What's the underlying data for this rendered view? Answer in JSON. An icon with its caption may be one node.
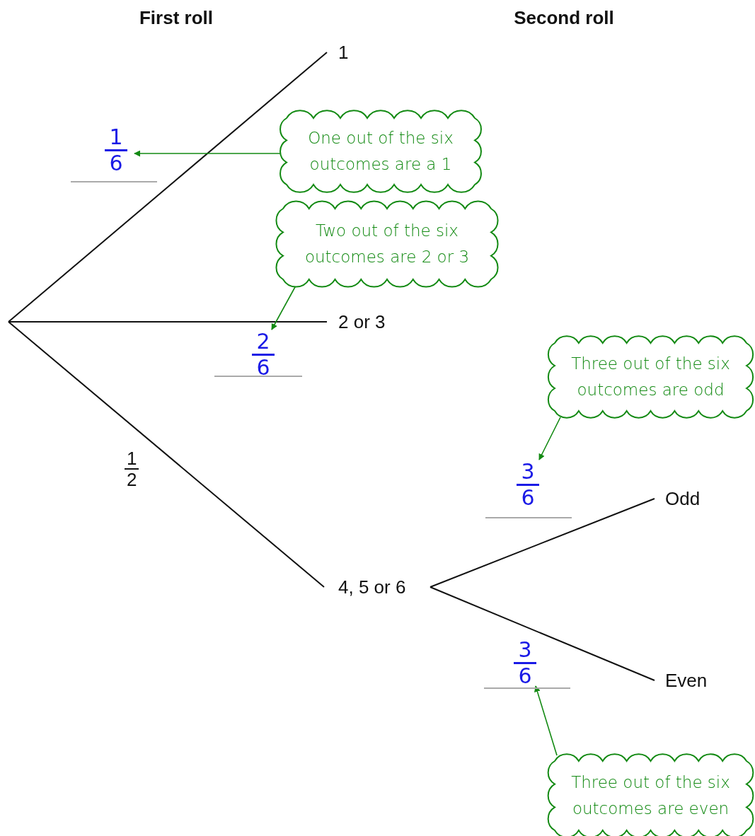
{
  "diagram": {
    "nodes": [
      {
        "text": [
          "1"
        ]
      },
      {
        "text": [
          "One out of the six outcomes are a 1"
        ]
      },
      {
        "text": [
          "1",
          "6"
        ]
      },
      {
        "text": [
          "Two out of the six outcomes are 2 or 3"
        ]
      },
      {
        "text": [
          "2 or 3"
        ]
      },
      {
        "text": [
          "2",
          "6"
        ]
      },
      {
        "text": [
          "Three out of the six outcomes are odd"
        ]
      },
      {
        "text": [
          "3",
          "6"
        ]
      },
      {
        "text": [
          "Odd"
        ]
      },
      {
        "text": [
          "4, 5 or 6"
        ]
      },
      {
        "text": [
          "3",
          "6"
        ]
      },
      {
        "text": [
          "Even"
        ]
      },
      {
        "text": [
          "Three out of the six outcomes are even"
        ]
      }
    ],
    "edges": [
      {
        "from": null,
        "to": 0,
        "arrow": "none"
      },
      {
        "from": null,
        "to": 4,
        "arrow": "none"
      },
      {
        "from": null,
        "to": 9,
        "arrow": "none"
      },
      {
        "from": 9,
        "to": 8,
        "arrow": "none"
      },
      {
        "from": 9,
        "to": 11,
        "arrow": "none"
      },
      {
        "from": 1,
        "to": 2,
        "arrow": "to",
        "color": "#138a13"
      },
      {
        "from": 3,
        "to": 5,
        "arrow": "to",
        "color": "#138a13"
      },
      {
        "from": 6,
        "to": 7,
        "arrow": "to",
        "color": "#138a13"
      },
      {
        "from": 12,
        "to": 10,
        "arrow": "to",
        "color": "#138a13"
      }
    ],
    "labels": [
      "First roll",
      "Second roll",
      "1",
      "2"
    ]
  }
}
